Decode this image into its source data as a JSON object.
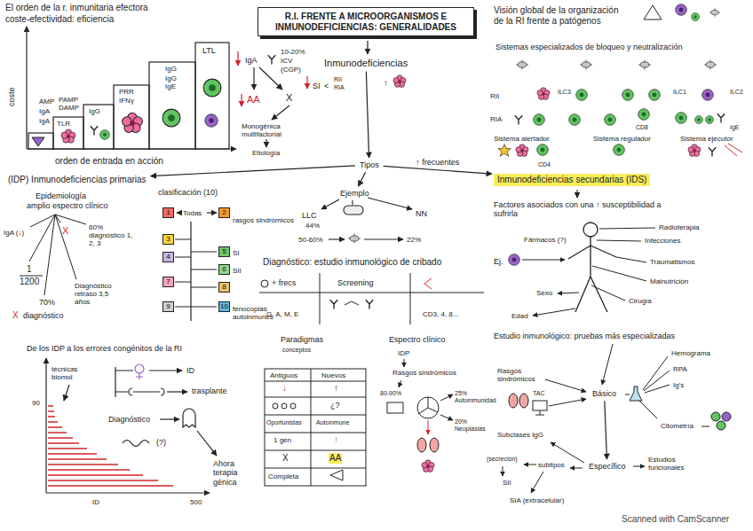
{
  "diagram": {
    "title": "R.I. FRENTE A MICROORGANISMOS E INMUNODEFICIENCIAS: GENERALIDADES",
    "nodes": [
      {
        "text": [
          "Inmunodeficiencias"
        ]
      },
      {
        "text": [
          "Tipos"
        ]
      },
      {
        "text": [
          "(IDP) Inmunodeficiencias primarias"
        ]
      },
      {
        "text": [
          "Inmunodeficiencias secundarias (IDS)"
        ]
      },
      {
        "text": [
          "Ejemplo"
        ]
      },
      {
        "text": [
          "1"
        ]
      },
      {
        "text": [
          "2"
        ]
      },
      {
        "text": [
          "3"
        ]
      },
      {
        "text": [
          "4"
        ]
      },
      {
        "text": [
          "5"
        ]
      },
      {
        "text": [
          "6"
        ]
      },
      {
        "text": [
          "7"
        ]
      },
      {
        "text": [
          "8"
        ]
      },
      {
        "text": [
          "9"
        ]
      },
      {
        "text": [
          "10"
        ]
      },
      {
        "text": [
          "Básico"
        ]
      },
      {
        "text": [
          "Específico"
        ]
      }
    ],
    "edges": [
      {
        "from": 0,
        "to": 1,
        "arrow": "to"
      },
      {
        "from": 1,
        "to": 2,
        "arrow": "to"
      },
      {
        "from": 1,
        "to": 3,
        "arrow": "to",
        "label": "↑ frecuentes"
      },
      {
        "from": 1,
        "to": 4,
        "arrow": "to"
      },
      {
        "from": 15,
        "to": 16,
        "arrow": "to"
      }
    ],
    "labels": [
      "El orden de la r. inmunitaria efectora",
      "coste-efectividad: eficiencia",
      "AMP",
      "IgA",
      "IgA",
      "PAMP DAMP",
      "TLR",
      "IgG",
      "PRR",
      "IFNγ",
      "IgG",
      "IgG IgE",
      "LTL",
      "coste",
      "orden de entrada en acción",
      "IgA",
      "10-20%",
      "ICV",
      "(CGP)",
      "AA",
      "X",
      "Monogénica multifactorial",
      "Etiología",
      "SI",
      "<",
      "RII",
      "RIA",
      "↑",
      "Epidemiología",
      "amplio espectro clínico",
      "IgA (↓)",
      "X",
      "60% diagnóstico 1, 2, 3",
      "1",
      "1200",
      "70%",
      "X",
      "diagnóstico",
      "Diagnóstico retraso 3,5 años",
      "clasificación (10)",
      "Todas",
      "rasgos sindrómicos",
      "SI",
      "SII",
      "fenocopias autoinmunes",
      "LLC",
      "44%",
      "NN",
      "50-60%",
      "22%",
      "Diagnóstico: estudio inmunológico de cribado",
      "+ frecs",
      "Screening",
      "G, A, M, E",
      "CD3, 4, 8...",
      "Visión global de la organización",
      "de la RI frente a patógenos",
      "Sistemas especializados de bloqueo y neutralización",
      "RII",
      "RIA",
      "ILC3",
      "ILC1",
      "ILC2",
      "CD8",
      "IgE",
      "Sistema alertador",
      "Sistema regulador",
      "Sistema ejecutor",
      "CD4",
      "Factores asociados con una ↑ susceptibilidad a sufrirla",
      "Radioterapia",
      "Infecciones",
      "Traumatismos",
      "Malnutrición",
      "Cirugía",
      "Fármacos (?)",
      "Ej.",
      "Sexo",
      "Edad",
      "De los IDP a los errores congénitos de la RI",
      "técnicas biomol",
      "90",
      "ID",
      "500",
      "ID",
      "trasplante",
      "Diagnóstico",
      "(?)",
      "Ahora terapia génica",
      "Paradigmas",
      "conceptos",
      "Antiguos",
      "Nuevos",
      "↓",
      "↑",
      "¿?",
      "Oportunistas",
      "Autoinmune",
      "1 gen",
      "↑",
      "X",
      "AA",
      "Completa",
      "Espectro clínico",
      "IDP",
      "Rasgos sindrómicos",
      "80-90%",
      "25% Autoinmunidad",
      "20% Neoplasias",
      "Estudio inmunológico: pruebas más especializadas",
      "Rasgos sindrómicos",
      "TAC",
      "Hemograma",
      "RPA",
      "Ig's",
      "Citometría",
      "Subclases IgG",
      "subtipos",
      "(secreción)",
      "SII",
      "SIA (extracelular)",
      "Estudios funcionales",
      "Scanned with CamScanner"
    ]
  }
}
